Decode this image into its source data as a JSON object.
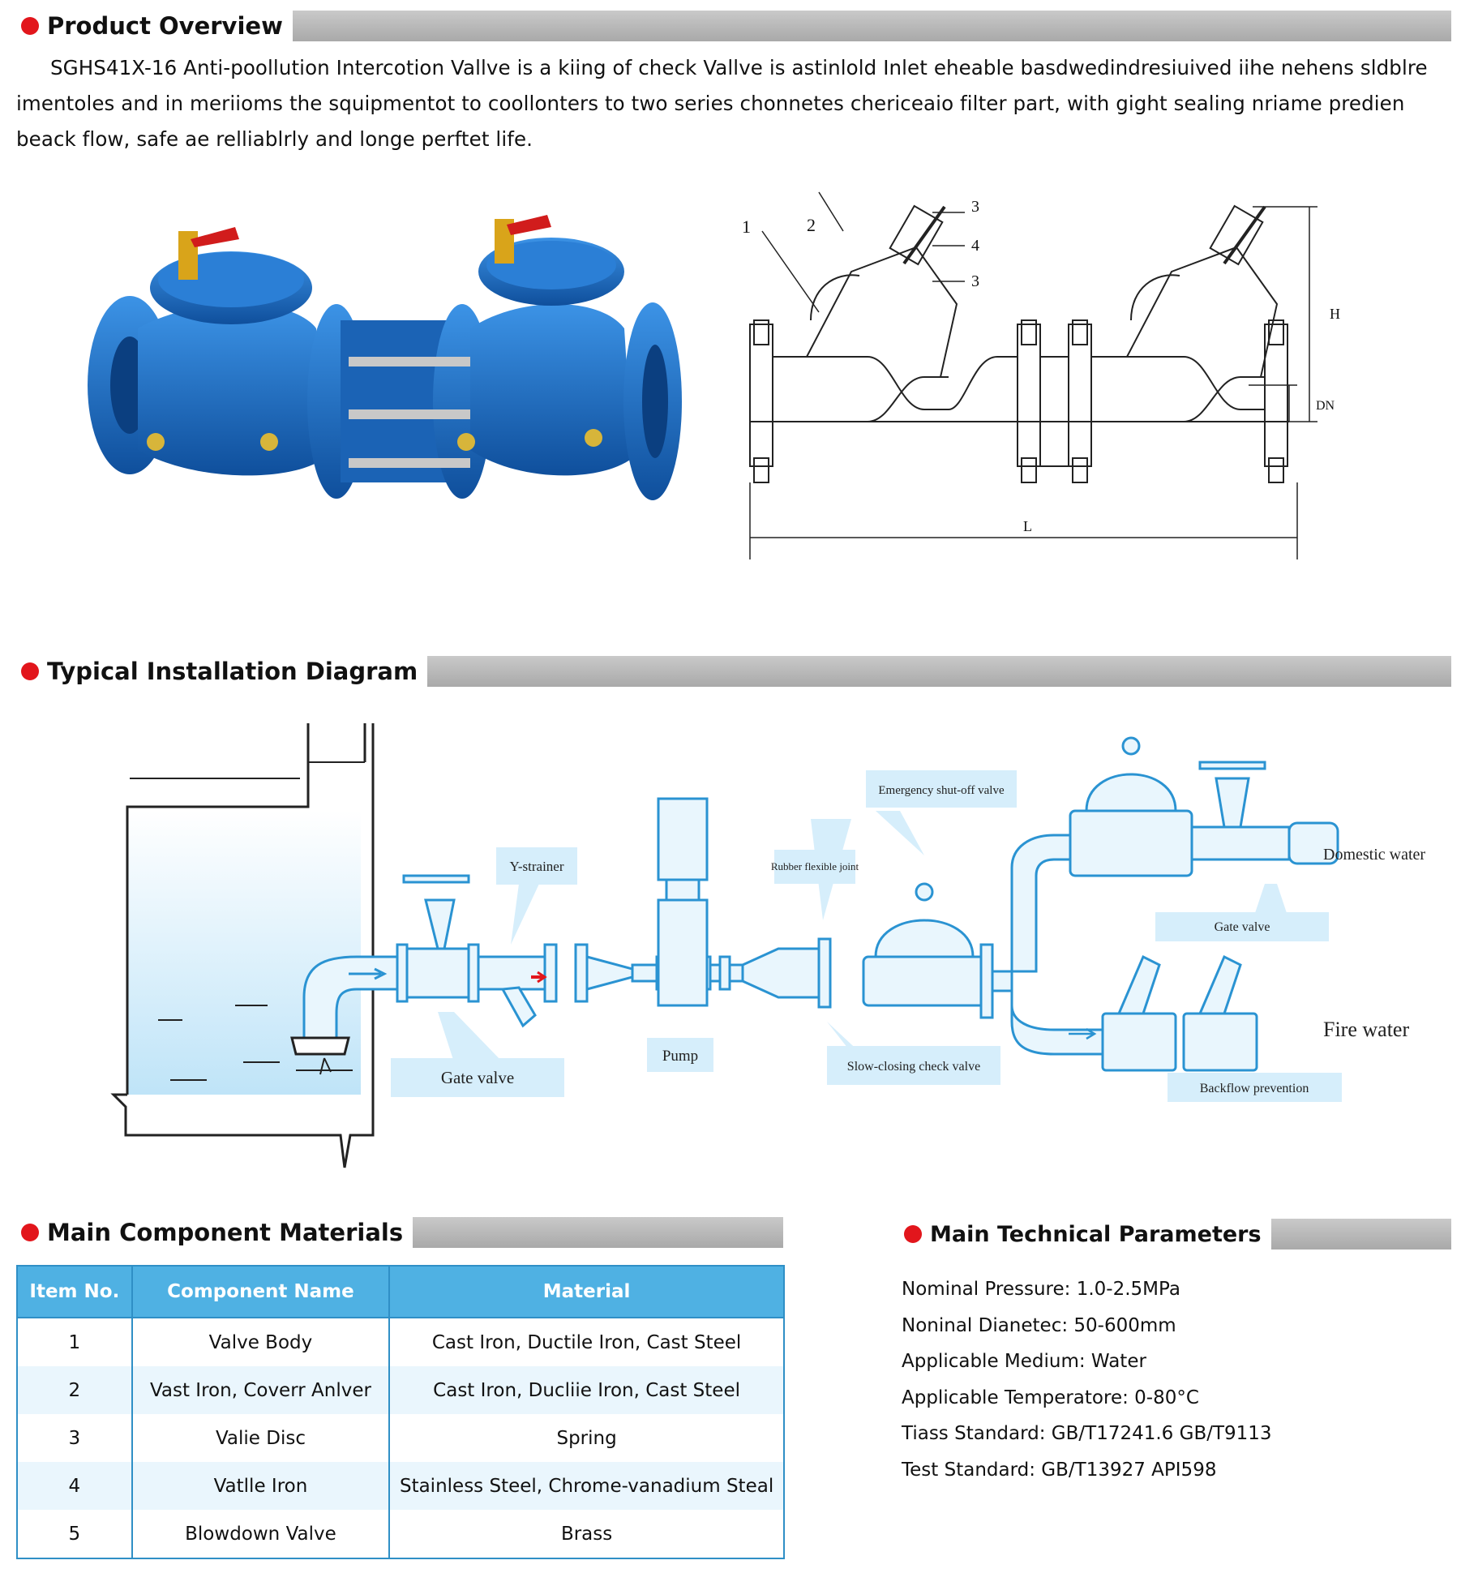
{
  "overview": {
    "title": "Product Overview",
    "text": "SGHS41X-16 Anti-poollution Intercotion Vallve is a kiing of check Vallve is astinlold Inlet eheable basdwedindresiuived iihe nehens sldblre imentoles and in meriioms the squipmentot to coollonters to two series chonnetes chericeaio filter part, with gight sealing nriame predien beack flow, safe ae relliablrly and longe perftet life."
  },
  "drawing": {
    "labels": [
      "1",
      "2",
      "3",
      "4",
      "3"
    ],
    "dim_h": "H",
    "dim_dn": "DN",
    "dim_l": "L"
  },
  "installation": {
    "title": "Typical Installation Diagram",
    "labels": {
      "y_strainer": "Y-strainer",
      "gate_valve_1": "Gate valve",
      "pump": "Pump",
      "rubber_joint": "Rubber flexible joint",
      "emergency": "Emergency shut-off valve",
      "slow_check": "Slow-closing check valve",
      "domestic": "Domestic water",
      "gate_valve_2": "Gate valve",
      "fire": "Fire water",
      "backflow": "Backflow prevention"
    }
  },
  "materials": {
    "title": "Main Component Materials",
    "headers": [
      "Item No.",
      "Component Name",
      "Material"
    ],
    "rows": [
      [
        "1",
        "Valve Body",
        "Cast Iron, Ductile Iron, Cast Steel"
      ],
      [
        "2",
        "Vast Iron, Coverr Anlver",
        "Cast Iron, Ducliie Iron, Cast Steel"
      ],
      [
        "3",
        "Valie Disc",
        "Spring"
      ],
      [
        "4",
        "Vatlle Iron",
        "Stainless Steel, Chrome-vanadium Steal"
      ],
      [
        "5",
        "Blowdown Valve",
        "Brass"
      ]
    ]
  },
  "parameters": {
    "title": "Main Technical Parameters",
    "items": [
      "Nominal Pressure: 1.0-2.5MPa",
      "Noninal Dianetec: 50-600mm",
      "Applicable Medium: Water",
      "Applicable Temperatore: 0-80°C",
      "Tiass Standard: GB/T17241.6 GB/T9113",
      "Test Standard: GB/T13927 API598"
    ]
  },
  "colors": {
    "accent_red": "#e2161c",
    "valve_blue": "#1f73c6",
    "line_blue": "#2a93d2",
    "label_bg": "#d6eefb",
    "table_header": "#4fb1e3"
  }
}
